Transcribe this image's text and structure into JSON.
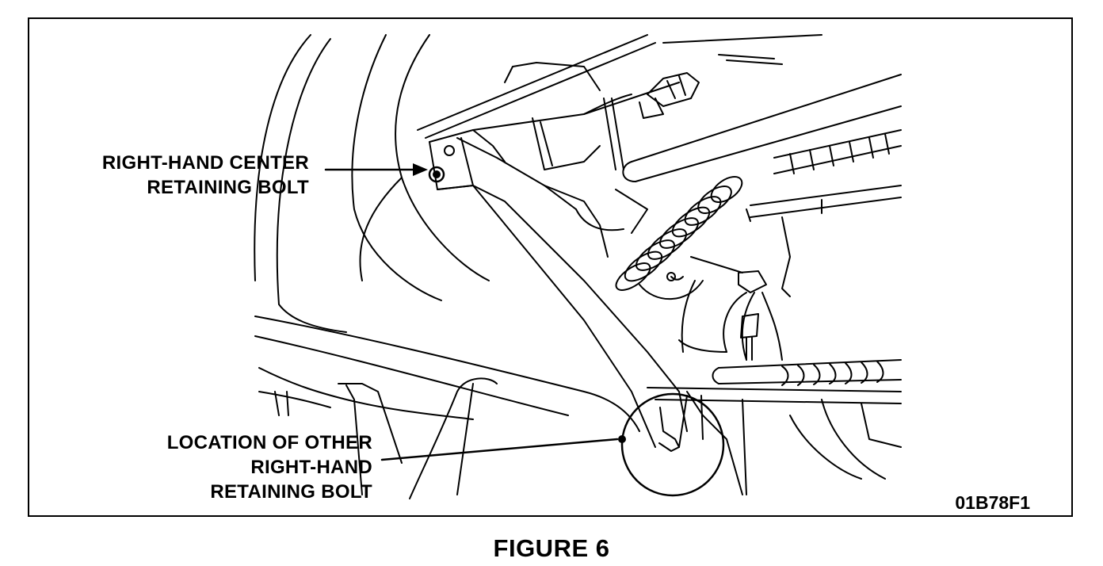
{
  "figure": {
    "title": "FIGURE 6",
    "id": "01B78F1"
  },
  "callouts": {
    "center_bolt": {
      "line1": "RIGHT-HAND CENTER",
      "line2": "RETAINING BOLT"
    },
    "other_bolt": {
      "line1": "LOCATION OF OTHER",
      "line2": "RIGHT-HAND",
      "line3": "RETAINING BOLT"
    }
  }
}
